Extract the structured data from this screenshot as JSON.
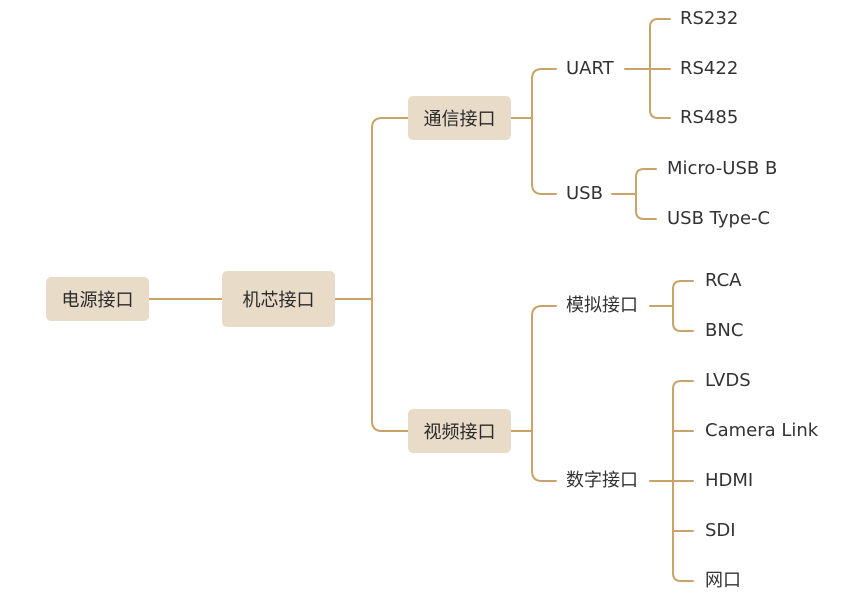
{
  "mindmap": {
    "root": "电源接口",
    "core": "机芯接口",
    "comm": {
      "label": "通信接口",
      "uart": {
        "label": "UART",
        "items": [
          "RS232",
          "RS422",
          "RS485"
        ]
      },
      "usb": {
        "label": "USB",
        "items": [
          "Micro-USB B",
          "USB Type-C"
        ]
      }
    },
    "video": {
      "label": "视频接口",
      "analog": {
        "label": "模拟接口",
        "items": [
          "RCA",
          "BNC"
        ]
      },
      "digital": {
        "label": "数字接口",
        "items": [
          "LVDS",
          "Camera Link",
          "HDMI",
          "SDI",
          "网口"
        ]
      }
    }
  },
  "colors": {
    "line": "#c9a36a",
    "node_fill": "#e8dbc8",
    "text": "#333333"
  }
}
